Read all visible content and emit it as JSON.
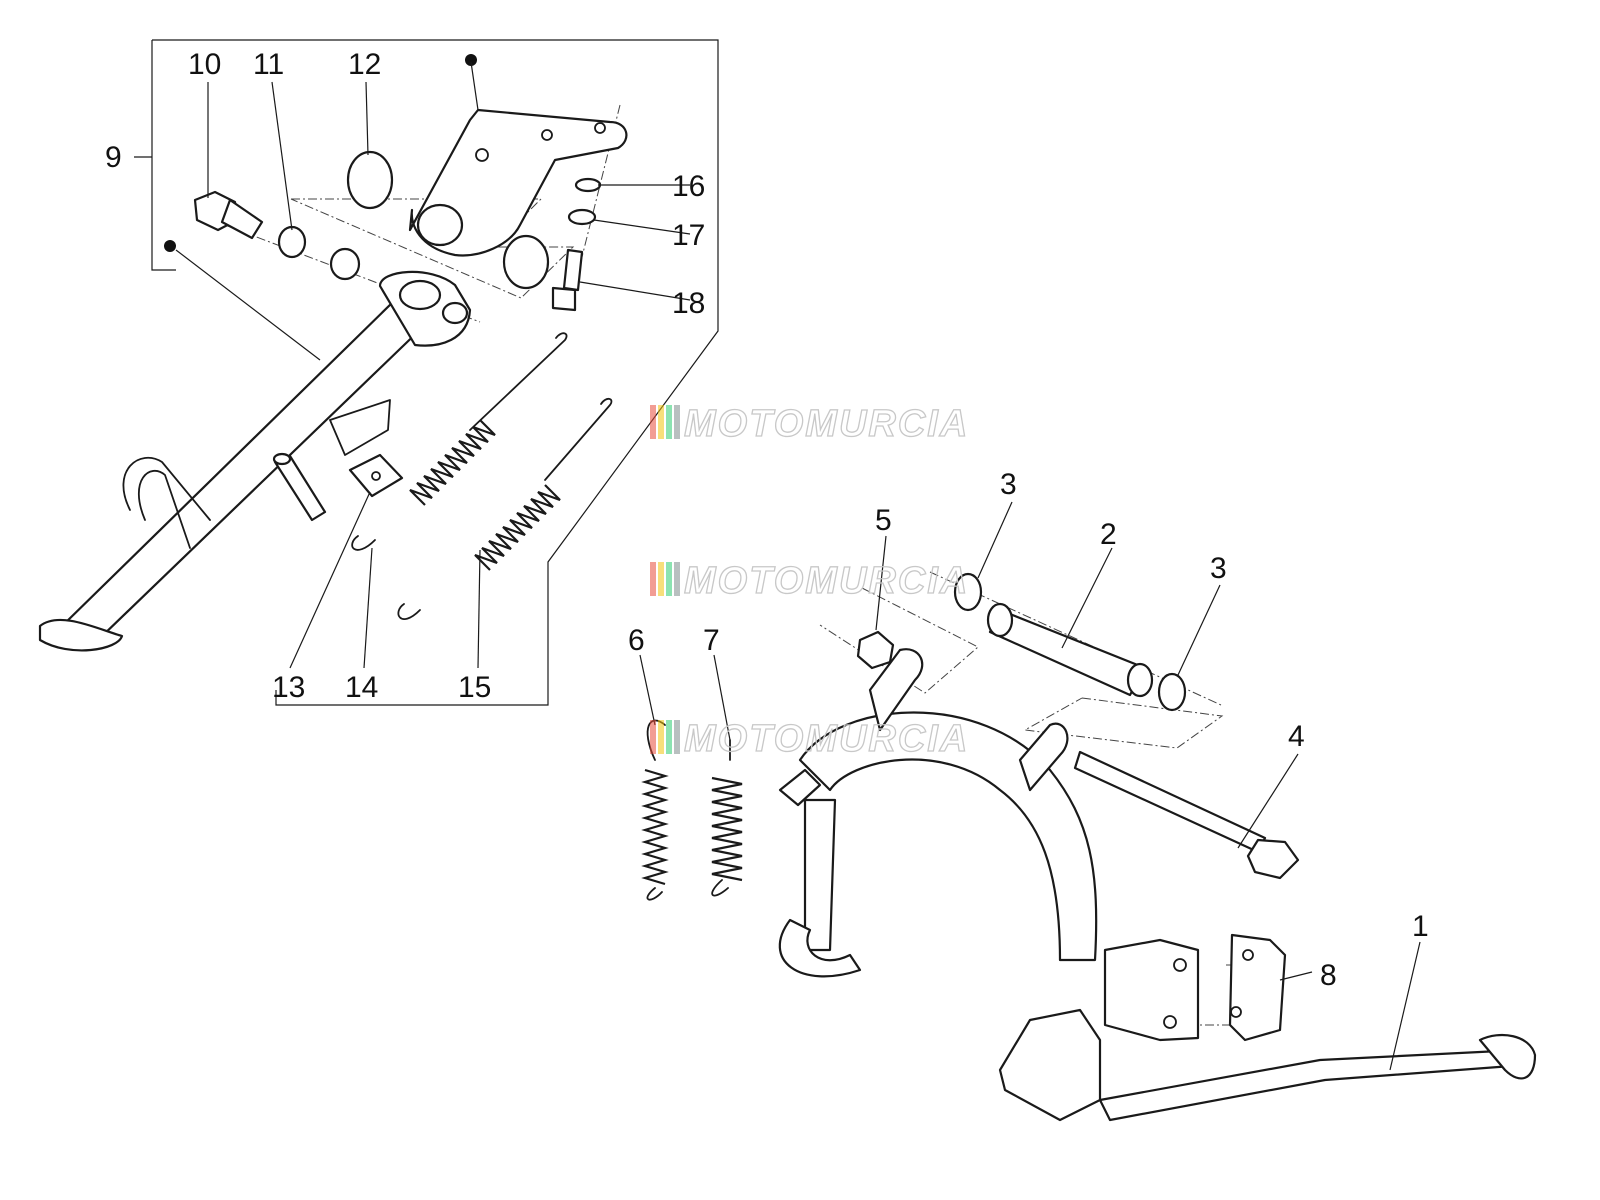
{
  "diagram": {
    "callouts": {
      "c1": "1",
      "c2": "2",
      "c3a": "3",
      "c3b": "3",
      "c4": "4",
      "c5": "5",
      "c6": "6",
      "c7": "7",
      "c8": "8",
      "c9": "9",
      "c10": "10",
      "c11": "11",
      "c12": "12",
      "c13": "13",
      "c14": "14",
      "c15": "15",
      "c16": "16",
      "c17": "17",
      "c18": "18"
    },
    "watermark": {
      "text": "MOTOMURCIA",
      "colors": [
        "#e74c3c",
        "#f1c40f",
        "#2ecc71",
        "#7f8c8d"
      ]
    }
  }
}
